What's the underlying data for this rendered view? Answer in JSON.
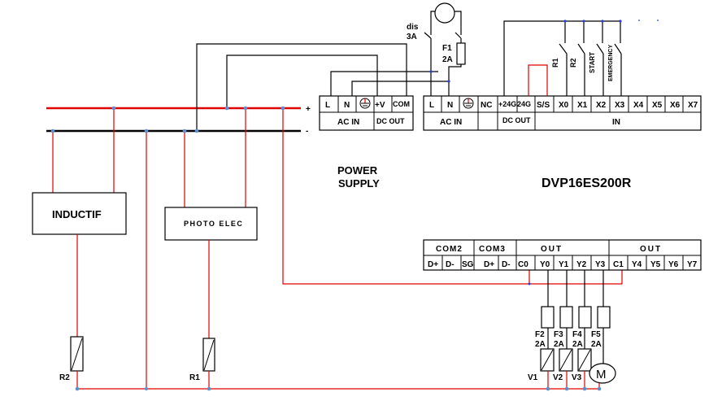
{
  "diagram": {
    "title_power_supply": [
      "POWER",
      "SUPPLY"
    ],
    "title_plc": "DVP16ES200R",
    "bus": {
      "plus": "+",
      "minus": "-"
    },
    "power_supply": {
      "terminals": [
        "L",
        "N",
        "earth",
        "+V",
        "COM"
      ],
      "groups": [
        "AC IN",
        "DC OUT"
      ]
    },
    "plc_top": {
      "terminals": [
        "L",
        "N",
        "earth",
        "NC",
        "+24G",
        "24G",
        "S/S",
        "X0",
        "X1",
        "X2",
        "X3",
        "X4",
        "X5",
        "X6",
        "X7"
      ],
      "groups": [
        "AC IN",
        "DC OUT",
        "IN"
      ]
    },
    "plc_bottom": {
      "groups": [
        "COM2",
        "COM3",
        "OUT",
        "OUT"
      ],
      "terminals": [
        "D+",
        "D-",
        "SG",
        "D+",
        "D-",
        "C0",
        "Y0",
        "Y1",
        "Y2",
        "Y3",
        "C1",
        "Y4",
        "Y5",
        "Y6",
        "Y7"
      ]
    },
    "breaker": {
      "label": "dis",
      "rating": "3A"
    },
    "fuse_main": {
      "label": "F1",
      "rating": "2A"
    },
    "input_switches": [
      "R1",
      "R2",
      "START",
      "EMERGENCY"
    ],
    "sensors": [
      "INDUCTIF",
      "PHOTO ELEC"
    ],
    "relays": [
      "R2",
      "R1"
    ],
    "output_fuses": [
      {
        "label": "F2",
        "rating": "2A"
      },
      {
        "label": "F3",
        "rating": "2A"
      },
      {
        "label": "F4",
        "rating": "2A"
      },
      {
        "label": "F5",
        "rating": "2A"
      }
    ],
    "valves": [
      "V1",
      "V2",
      "V3"
    ],
    "motor": "M",
    "colors": {
      "wire_red": "#e00000",
      "wire_black": "#000000",
      "junction": "#5b8fd0"
    }
  }
}
